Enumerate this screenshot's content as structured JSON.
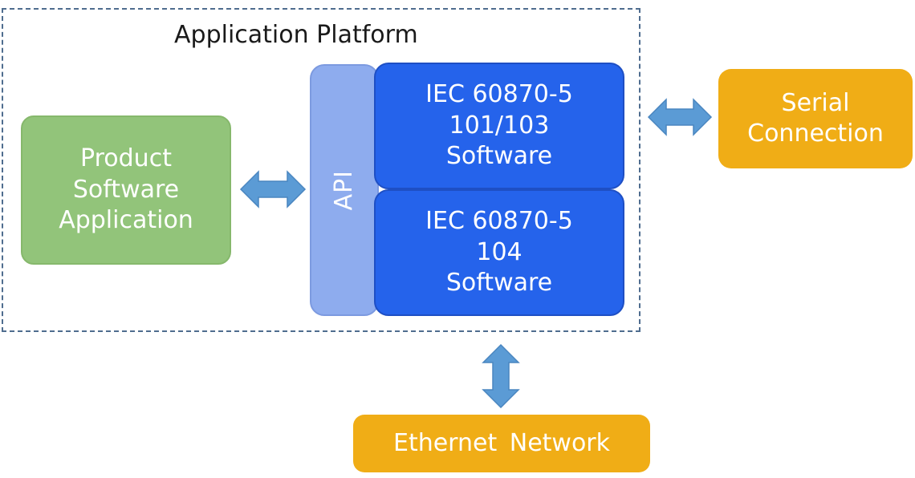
{
  "platform": {
    "title": "Application Platform"
  },
  "product": {
    "line1": "Product",
    "line2": "Software",
    "line3": "Application"
  },
  "api": {
    "label": "API"
  },
  "iec_serial": {
    "line1": "IEC 60870-5",
    "line2": "101/103",
    "line3": "Software"
  },
  "iec_ethernet": {
    "line1": "IEC 60870-5",
    "line2": "104",
    "line3": "Software"
  },
  "serial": {
    "line1": "Serial",
    "line2": "Connection"
  },
  "ethernet": {
    "label": "Ethernet Network"
  },
  "colors": {
    "product_fill": "#92c47a",
    "api_fill": "#8eacee",
    "iec_fill": "#2563eb",
    "external_fill": "#f0ad16",
    "arrow_fill": "#5b9bd5",
    "border_dash": "#4f6d8f"
  }
}
